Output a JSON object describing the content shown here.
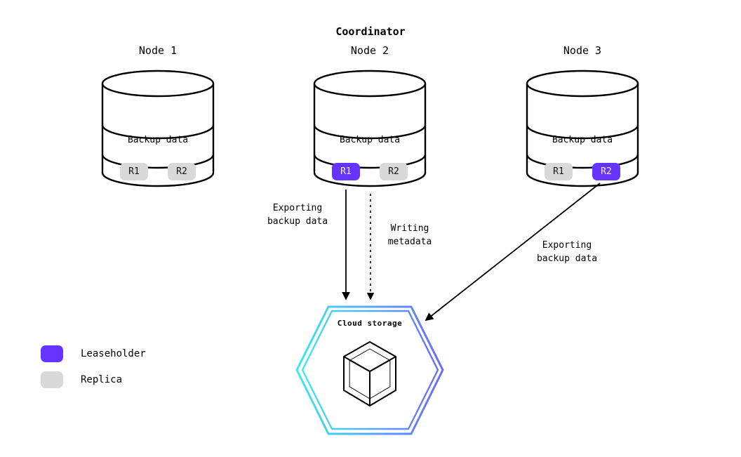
{
  "title": "Coordinator",
  "nodes": [
    {
      "label": "Node 1",
      "section_label": "Backup data",
      "replicas": [
        {
          "label": "R1",
          "type": "replica"
        },
        {
          "label": "R2",
          "type": "replica"
        }
      ]
    },
    {
      "label": "Node 2",
      "section_label": "Backup data",
      "replicas": [
        {
          "label": "R1",
          "type": "leaseholder"
        },
        {
          "label": "R2",
          "type": "replica"
        }
      ]
    },
    {
      "label": "Node 3",
      "section_label": "Backup data",
      "replicas": [
        {
          "label": "R1",
          "type": "replica"
        },
        {
          "label": "R2",
          "type": "leaseholder"
        }
      ]
    }
  ],
  "arrows": [
    {
      "id": "export-node2",
      "line1": "Exporting",
      "line2": "backup data",
      "style": "solid"
    },
    {
      "id": "write-metadata",
      "line1": "Writing",
      "line2": "metadata",
      "style": "dashed"
    },
    {
      "id": "export-node3",
      "line1": "Exporting",
      "line2": "backup data",
      "style": "solid"
    }
  ],
  "cloud_storage": {
    "label": "Cloud storage",
    "icon": "cube-icon"
  },
  "legend": [
    {
      "label": "Leaseholder",
      "color": "#6633FF",
      "type": "leaseholder"
    },
    {
      "label": "Replica",
      "color": "#D9D9D9",
      "type": "replica"
    }
  ],
  "colors": {
    "leaseholder": "#6633FF",
    "replica": "#D9D9D9",
    "arrow": "#000000",
    "hex_gradient_start": "#3FE9EC",
    "hex_gradient_end": "#6B6BFF"
  }
}
